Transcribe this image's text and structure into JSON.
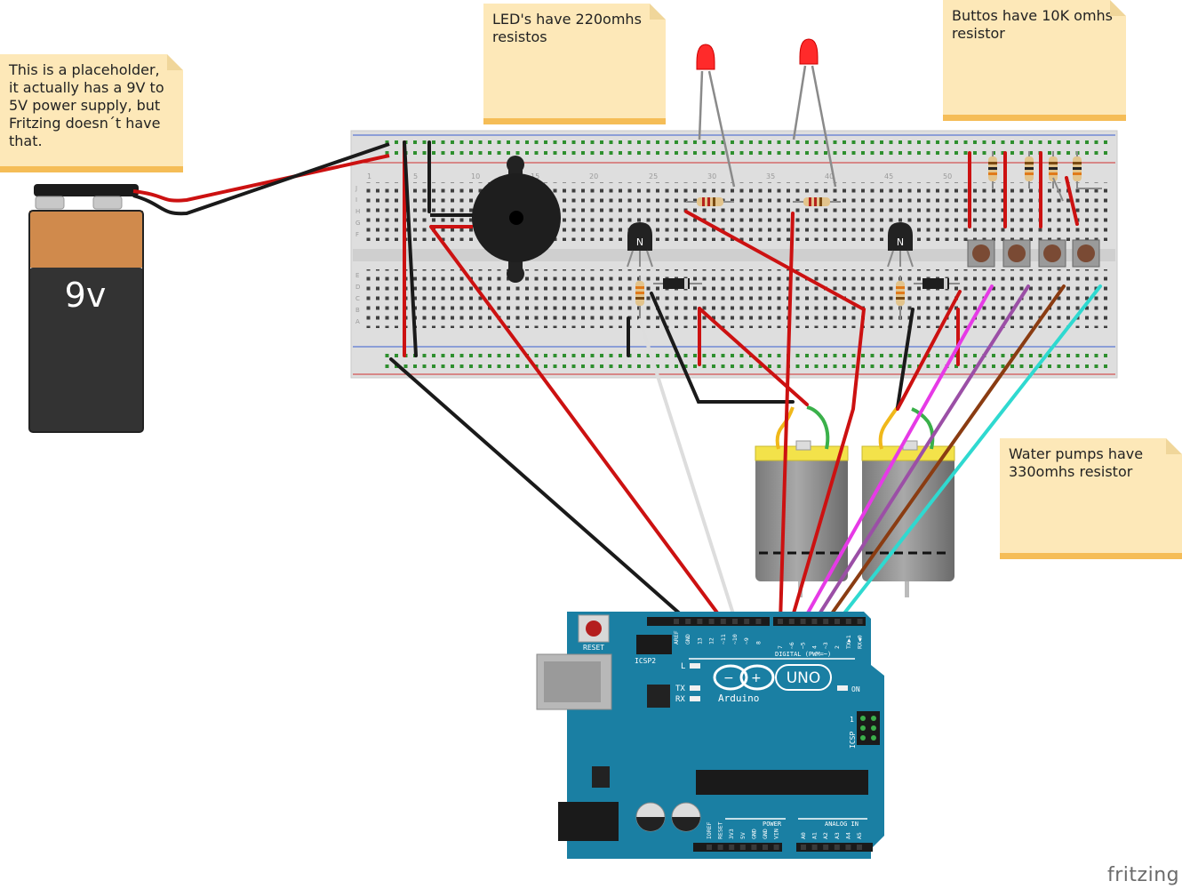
{
  "notes": {
    "power": "This is a placeholder,\nit actually has a 9V  to\n5V power supply, but\nFritzing doesn´t have\nthat.",
    "leds": "LED's have 220omhs\nresistos",
    "buttons": "Buttos have 10K omhs\nresistor",
    "pumps": "Water pumps have\n330omhs resistor"
  },
  "battery": {
    "label": "9v"
  },
  "breadboard": {
    "row_letters_top": [
      "J",
      "I",
      "H",
      "G",
      "F"
    ],
    "row_letters_bottom": [
      "E",
      "D",
      "C",
      "B",
      "A"
    ],
    "column_numbers": [
      "1",
      "5",
      "10",
      "15",
      "20",
      "25",
      "30",
      "35",
      "40",
      "45",
      "50"
    ]
  },
  "arduino": {
    "reset_label": "RESET",
    "icsp2_label": "ICSP2",
    "icsp_label": "ICSP",
    "uno_label": "UNO",
    "brand_label": "Arduino",
    "led_labels": [
      "L",
      "TX",
      "RX"
    ],
    "on_label": "ON",
    "digital_label": "DIGITAL (PWM=~)",
    "digital_pins": [
      "AREF",
      "GND",
      "13",
      "12",
      "~11",
      "~10",
      "~9",
      "8",
      "7",
      "~6",
      "~5",
      "4",
      "~3",
      "2",
      "TX▶1",
      "RX◀0"
    ],
    "power_label": "POWER",
    "power_pins": [
      "IOREF",
      "RESET",
      "3V3",
      "5V",
      "GND",
      "GND",
      "VIN"
    ],
    "analog_label": "ANALOG IN",
    "analog_pins": [
      "A0",
      "A1",
      "A2",
      "A3",
      "A4",
      "A5"
    ]
  },
  "brand": "fritzing",
  "colors": {
    "board_teal": "#1a7fa3",
    "wire_red": "#cc1111",
    "wire_black": "#222222",
    "wire_magenta": "#e63ae6",
    "wire_purple": "#9b4fa6",
    "wire_brown": "#8a3c12",
    "wire_cyan": "#2fd9d0",
    "wire_white": "#dddddd",
    "note_bg": "#fde8b8",
    "note_band": "#f5bd57",
    "motor_yellow": "#f3e24a"
  }
}
